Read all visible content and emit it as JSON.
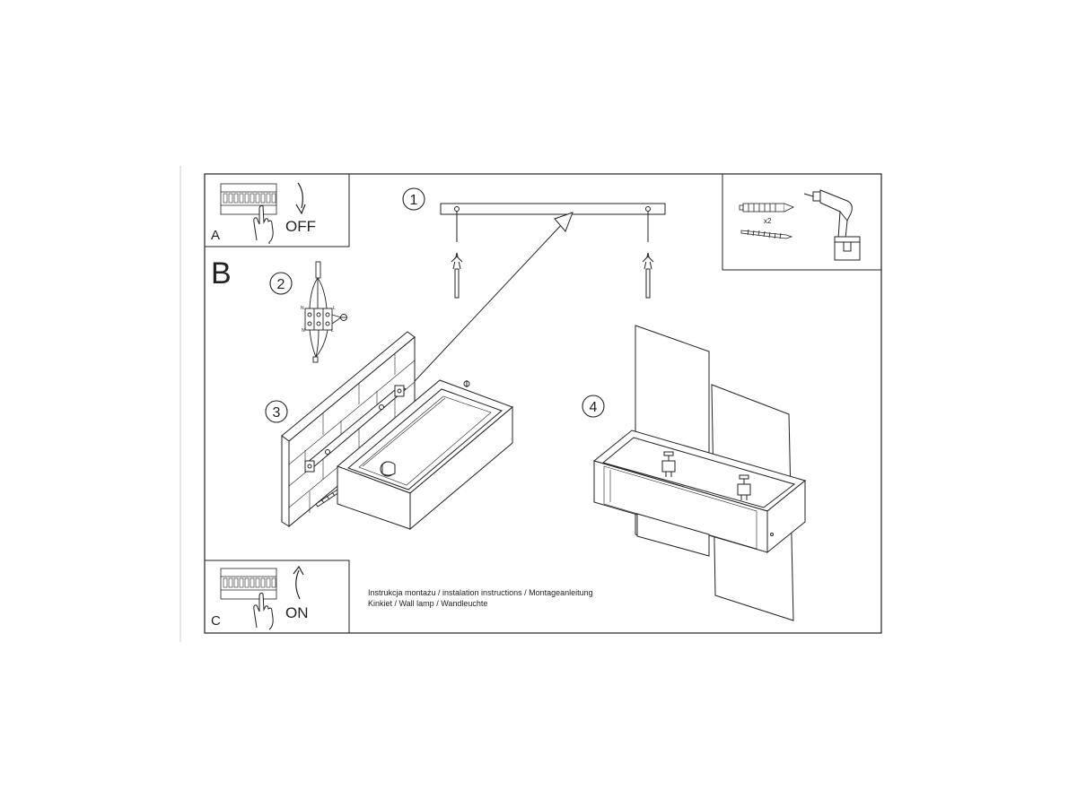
{
  "panels": {
    "a": {
      "letter": "A",
      "action": "OFF"
    },
    "b": {
      "letter": "B"
    },
    "c": {
      "letter": "C",
      "action": "ON"
    }
  },
  "steps": [
    "1",
    "2",
    "3",
    "4"
  ],
  "tools": {
    "quantity": "x2"
  },
  "wiring": {
    "n_top": "N",
    "l_top": "L",
    "n_bottom": "N",
    "l_bottom": "L"
  },
  "caption": {
    "line1": "Instrukcja montażu / instalation instructions / Montageanleitung",
    "line2": "Kinkiet / Wall lamp / Wandleuchte"
  },
  "colors": {
    "line": "#222222",
    "page": "#ffffff",
    "wall": "#fafafa"
  }
}
